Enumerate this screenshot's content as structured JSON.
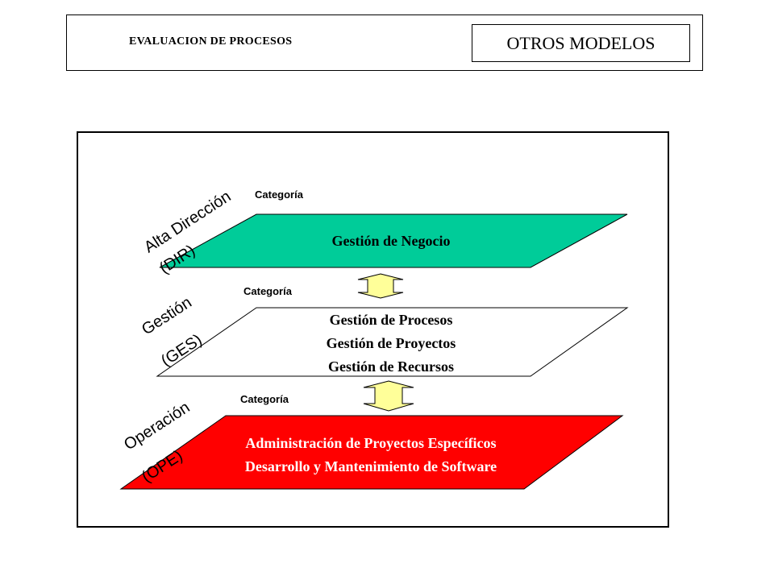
{
  "header": {
    "title": "EVALUACION DE PROCESOS",
    "badge": "OTROS MODELOS"
  },
  "colors": {
    "dir_fill": "#00CC99",
    "ges_fill": "#FFFFFF",
    "ope_fill": "#FF0000",
    "arrow_fill": "#FFFF99"
  },
  "levels": [
    {
      "name": "Alta Dirección",
      "code": "(DIR)",
      "category_label": "Categoría",
      "lines": [
        "Gestión de Negocio"
      ]
    },
    {
      "name": "Gestión",
      "code": "(GES)",
      "category_label": "Categoría",
      "lines": [
        "Gestión de Procesos",
        "Gestión de Proyectos",
        "Gestión de Recursos"
      ]
    },
    {
      "name": "Operación",
      "code": "(OPE)",
      "category_label": "Categoría",
      "lines": [
        "Administración de Proyectos Específicos",
        "Desarrollo y Mantenimiento de Software"
      ]
    }
  ]
}
